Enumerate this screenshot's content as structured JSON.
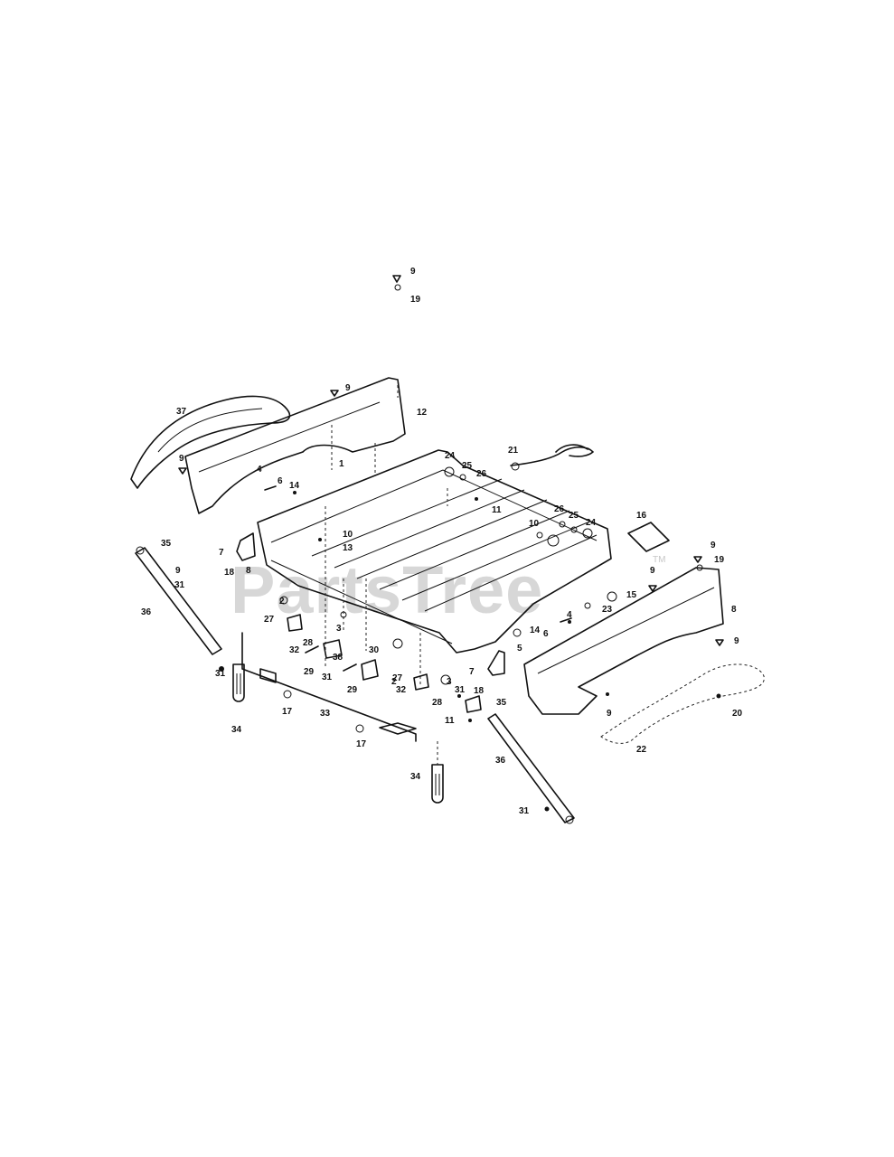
{
  "watermark": {
    "text": "PartsTree",
    "mark": "TM"
  },
  "callouts": [
    "1",
    "2",
    "3",
    "4",
    "5",
    "6",
    "7",
    "8",
    "9",
    "10",
    "11",
    "12",
    "13",
    "14",
    "15",
    "16",
    "17",
    "18",
    "19",
    "20",
    "21",
    "22",
    "23",
    "24",
    "25",
    "26",
    "27",
    "28",
    "29",
    "30",
    "31",
    "32",
    "33",
    "34",
    "35",
    "36",
    "37",
    "38"
  ]
}
